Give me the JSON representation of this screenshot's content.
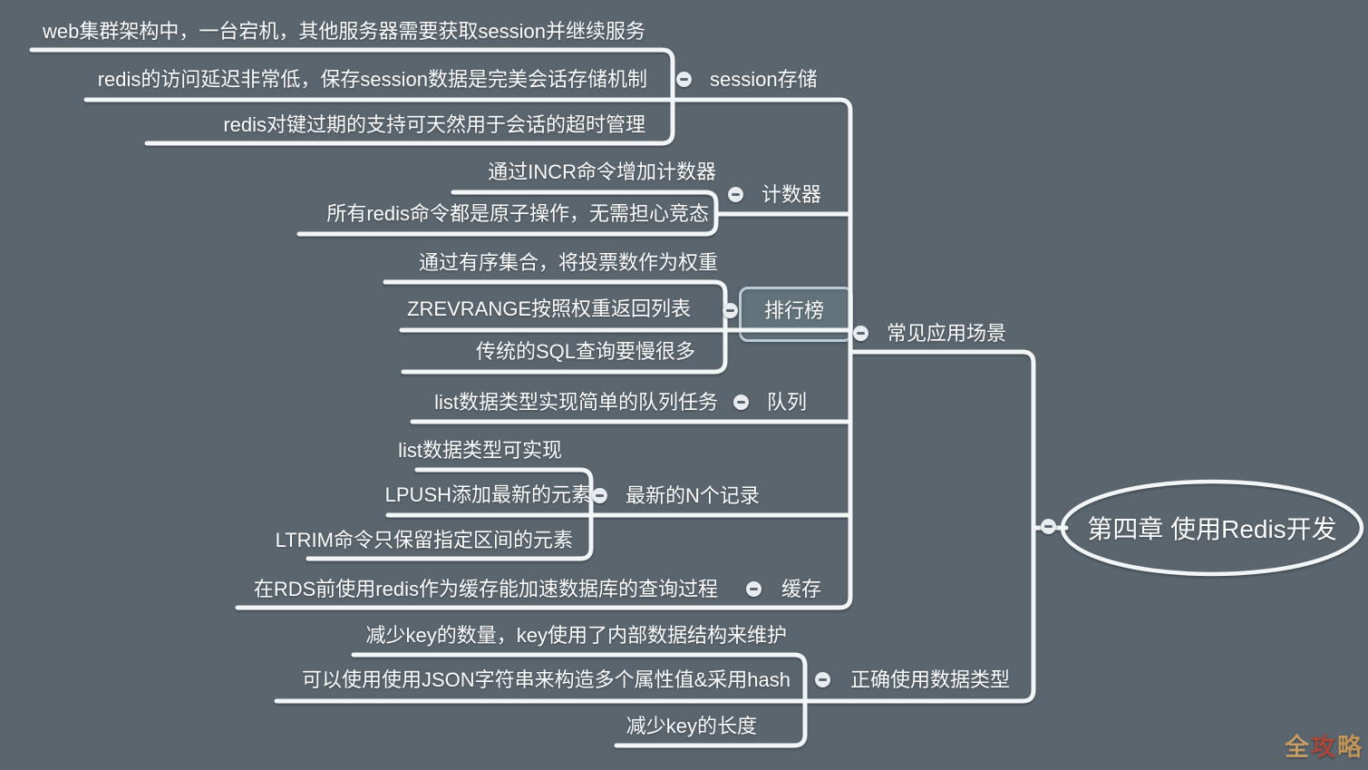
{
  "canvas": {
    "background_color": "#5a656e",
    "line_color": "#f3f6f6",
    "text_color": "#ffffff",
    "selection_border_color": "#b9cdd5"
  },
  "root": {
    "label": "第四章 使用Redis开发"
  },
  "branches": {
    "common": {
      "label": "常见应用场景",
      "children": {
        "session": {
          "label": "session存储",
          "leaves": [
            "web集群架构中，一台宕机，其他服务器需要获取session并继续服务",
            "redis的访问延迟非常低，保存session数据是完美会话存储机制",
            "redis对键过期的支持可天然用于会话的超时管理"
          ]
        },
        "counter": {
          "label": "计数器",
          "leaves": [
            "通过INCR命令增加计数器",
            "所有redis命令都是原子操作，无需担心竞态"
          ]
        },
        "ranking": {
          "label": "排行榜",
          "selected": true,
          "leaves": [
            "通过有序集合，将投票数作为权重",
            "ZREVRANGE按照权重返回列表",
            "传统的SQL查询要慢很多"
          ]
        },
        "queue": {
          "label": "队列",
          "leaves": [
            "list数据类型实现简单的队列任务"
          ]
        },
        "latest": {
          "label": "最新的N个记录",
          "leaves": [
            "list数据类型可实现",
            "LPUSH添加最新的元素",
            "LTRIM命令只保留指定区间的元素"
          ]
        },
        "cache": {
          "label": "缓存",
          "leaves": [
            "在RDS前使用redis作为缓存能加速数据库的查询过程"
          ]
        }
      }
    },
    "datatypes": {
      "label": "正确使用数据类型",
      "leaves": [
        "减少key的数量，key使用了内部数据结构来维护",
        "可以使用使用JSON字符串来构造多个属性值&采用hash",
        "减少key的长度"
      ]
    }
  },
  "watermark": {
    "chars": [
      {
        "t": "全",
        "color": "#cfa167"
      },
      {
        "t": "攻",
        "color": "#b04434"
      },
      {
        "t": "略",
        "color": "#c89a58"
      }
    ]
  }
}
